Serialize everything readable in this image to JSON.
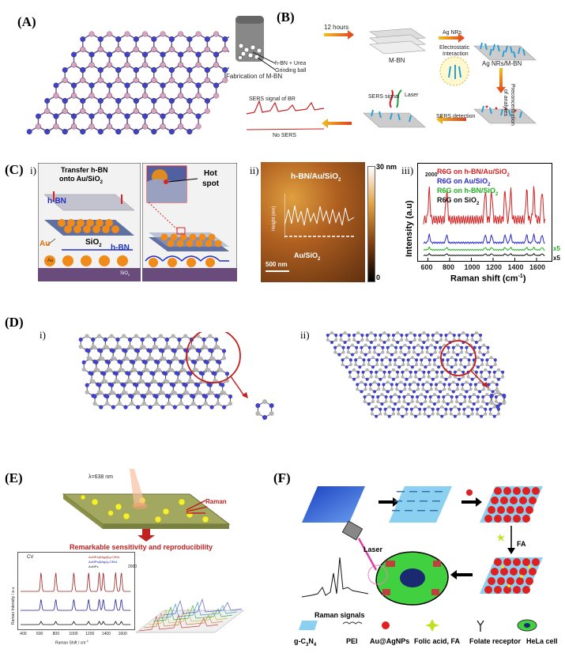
{
  "panels": {
    "A": {
      "label": "(A)"
    },
    "B": {
      "label": "(B)",
      "step_12h": "12 hours",
      "hbn_urea": "h-BN + Urea",
      "grinding_ball": "Grinding ball",
      "fabrication": "Fabrication of M-BN",
      "mbn": "M-BN",
      "ag_nrs": "Ag NRs",
      "electrostatic": "Electrostatic",
      "interaction": "Interaction",
      "ag_nrs_mbn": "Ag NRs/M-BN",
      "preconcentration": "Preconcentration",
      "of_analytes": "of analytes",
      "sers_detection": "SERS detection",
      "sers_signal": "SERS signal",
      "laser": "Laser",
      "sers_signal_br": "SERS signal of BR",
      "no_sers": "No SERS"
    },
    "C": {
      "label": "(C)",
      "i": "i)",
      "ii": "ii)",
      "iii": "iii)",
      "transfer_line1": "Transfer h-BN",
      "transfer_line2": "onto Au/SiO",
      "hbn": "h-BN",
      "au": "Au",
      "sio2": "SiO",
      "hbn2": "h-BN",
      "au_small": "Au",
      "sio2_small": "SiO",
      "hot": "Hot",
      "spot": "spot",
      "afm_label": "h-BN/Au/SiO",
      "afm_scale_max": "30 nm",
      "afm_scale_min": "0",
      "afm_region": "Au/SiO",
      "afm_scalebar": "500 nm",
      "afm_height_axis": "Height (nm)",
      "raman_ylabel": "Intensity (a.u)",
      "raman_xlabel": "Raman shift (cm",
      "raman_yscale": "2000",
      "legend": [
        "R6G on h-BN/Au/SiO",
        "R6G on Au/SiO",
        "R6G on h-BN/SiO",
        "R6G on SiO"
      ],
      "x5a": "x5",
      "x5b": "x5",
      "xticks": [
        "600",
        "800",
        "1000",
        "1200",
        "1400",
        "1600"
      ]
    },
    "D": {
      "label": "(D)",
      "i": "i)",
      "ii": "ii)"
    },
    "E": {
      "label": "(E)",
      "wavelength": "λ=638 nm",
      "raman": "Raman",
      "remarkable": "Remarkable sensitivity and reproducibility",
      "cv": "CV",
      "ylabel": "Raman Intensity / a.u.",
      "xlabel": "Raman Shift / cm",
      "xticks": [
        "400",
        "600",
        "800",
        "1000",
        "1200",
        "1400",
        "1600"
      ],
      "legend": [
        "AuNPs@Ag@g-C3N4",
        "AuNPs@Ag/g-C3N4",
        "AuNPs"
      ],
      "scale": "2000"
    },
    "F": {
      "label": "(F)",
      "fa": "FA",
      "laser": "Laser",
      "raman_signals": "Raman signals",
      "legend": [
        "g-C",
        "PEI",
        "Au@AgNPs",
        "Folic acid, FA",
        "Folate receptor",
        "HeLa cell"
      ]
    }
  },
  "colors": {
    "boron": "#dca0c0",
    "nitrogen": "#4040c8",
    "carbon": "#b4b4b4",
    "red_series": "#d42020",
    "blue_series": "#2828c8",
    "green_series": "#20b020",
    "black_series": "#111111"
  }
}
